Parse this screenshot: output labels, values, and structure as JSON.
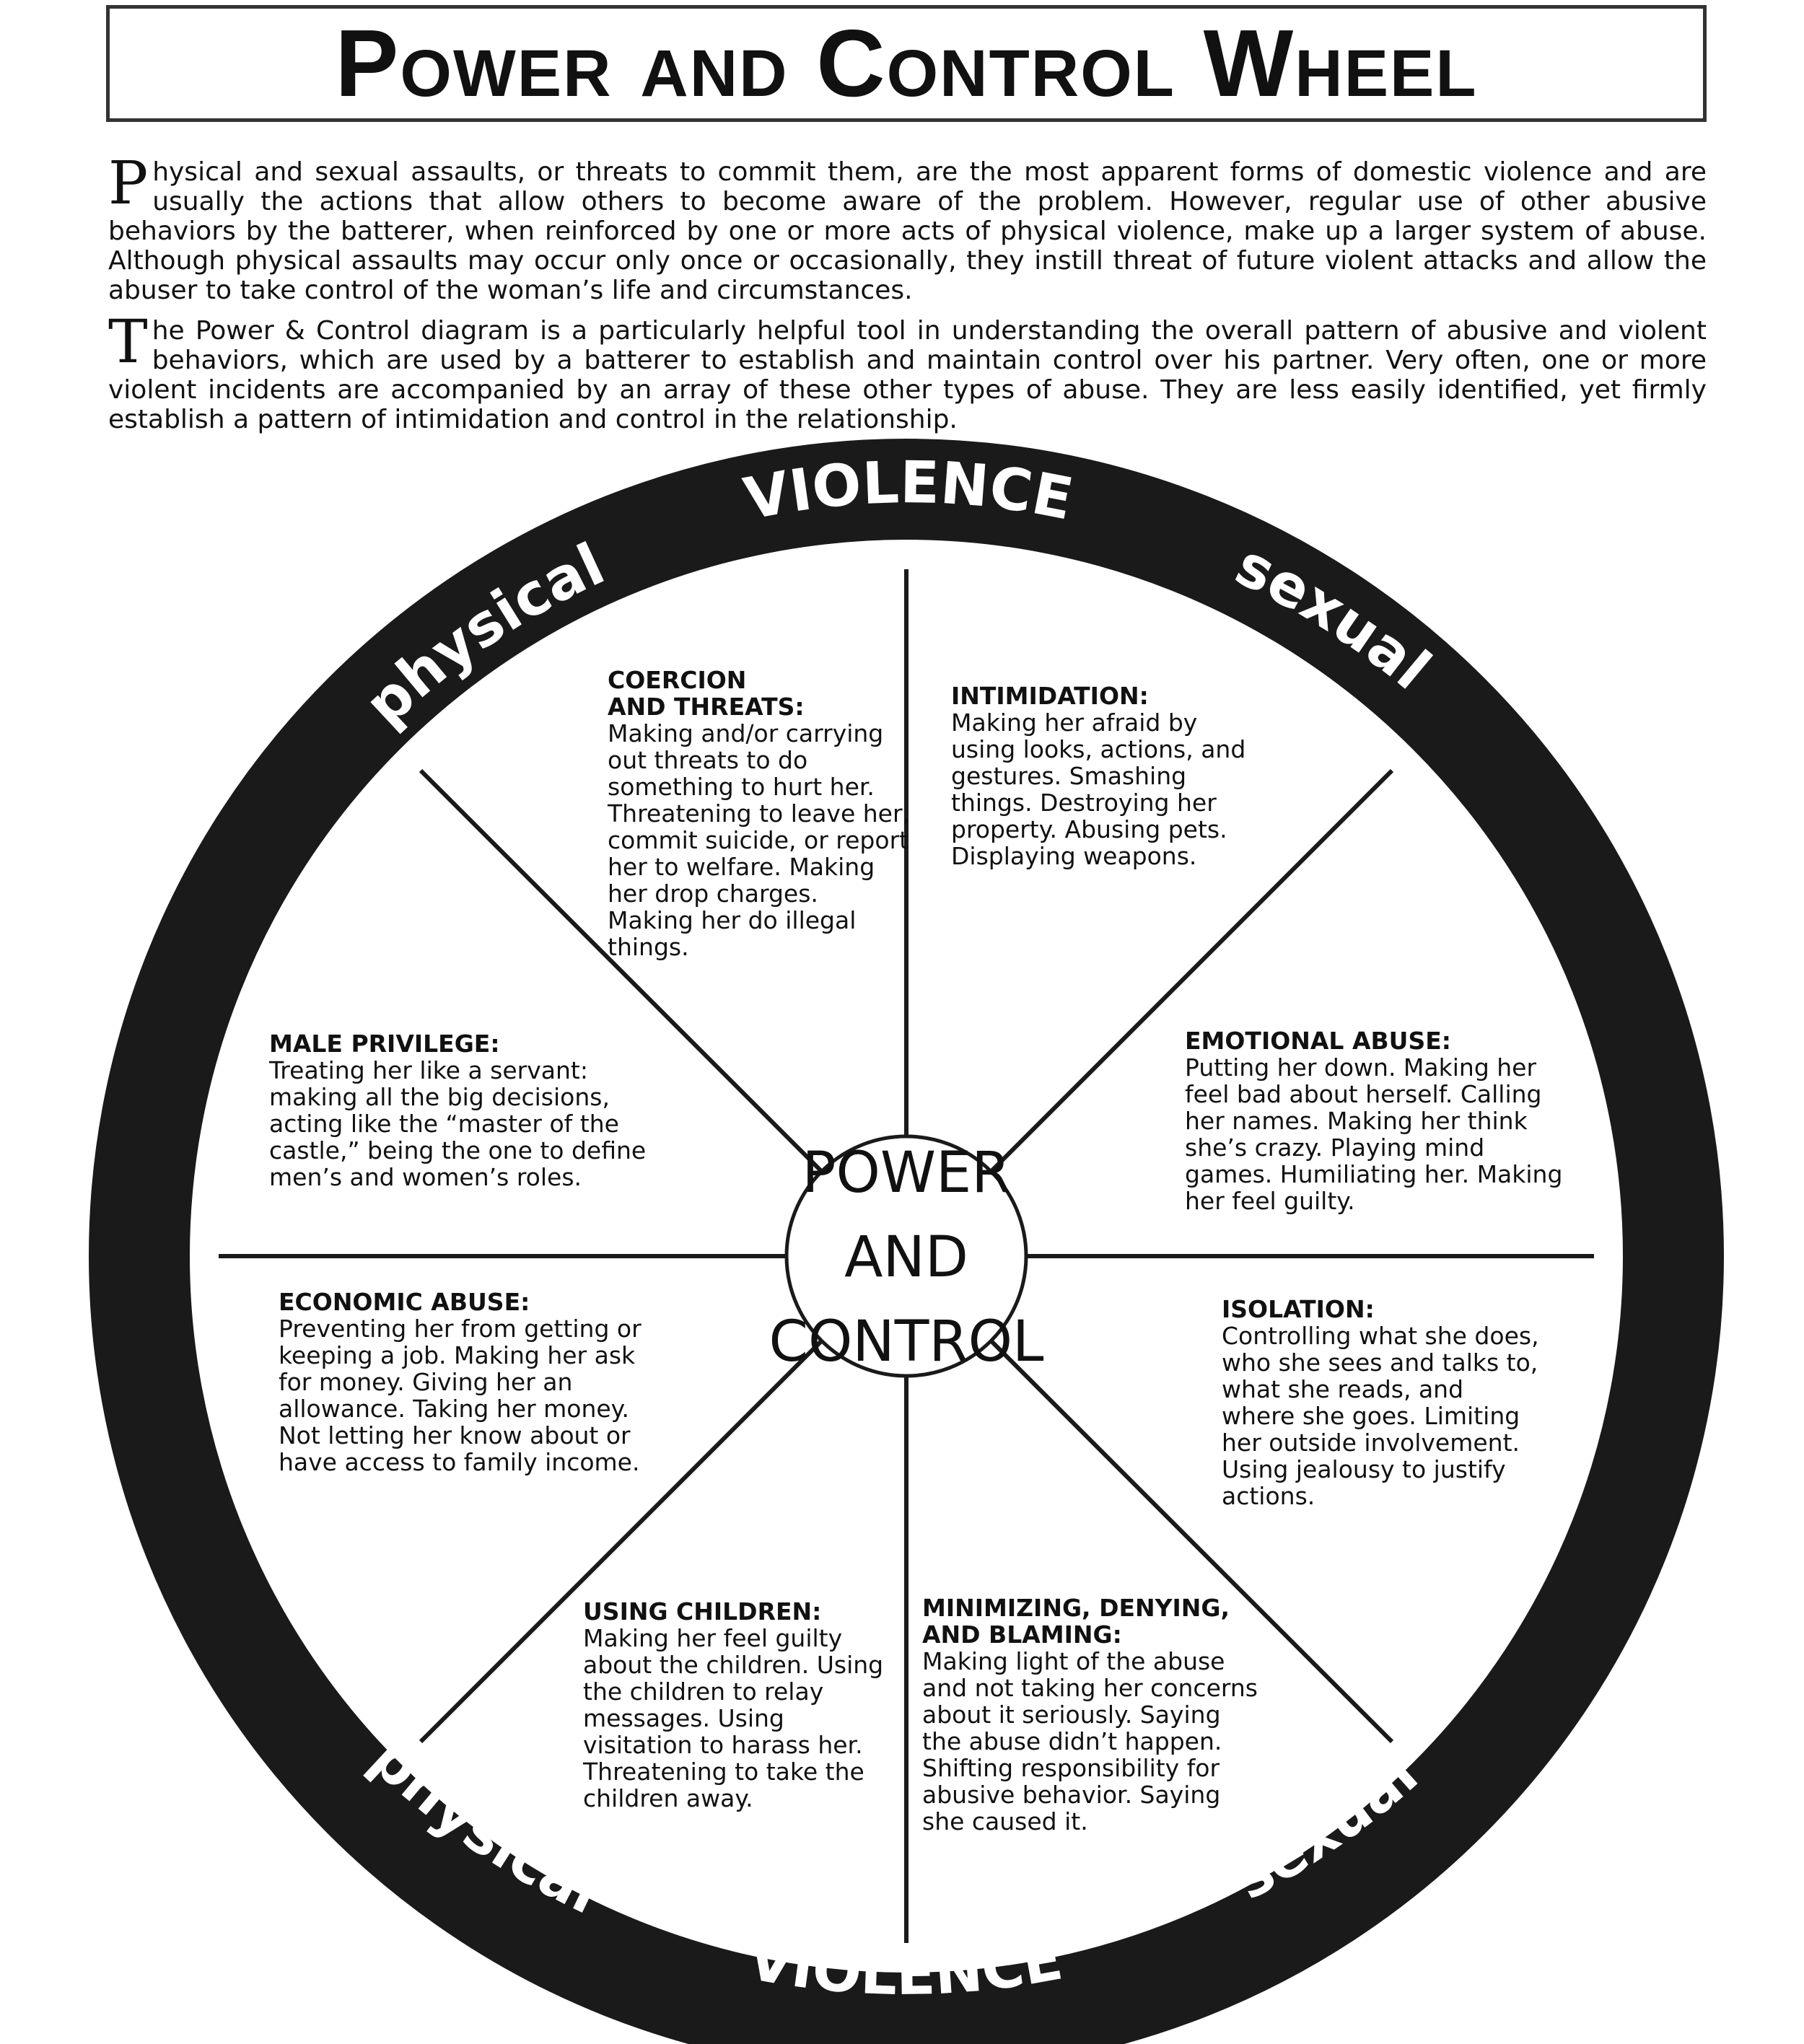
{
  "title": "Power and Control Wheel",
  "intro": {
    "p1_initial": "P",
    "p1_text": "hysical and sexual assaults, or threats to commit them, are the most apparent forms of domestic violence and are usually the actions that allow others to become aware of the problem. However, regular use of other abusive behaviors by the batterer, when reinforced by one or more acts of physical violence, make up a larger system of abuse. Although physical assaults may occur only once or occasionally, they instill threat of future violent attacks and allow the abuser to take control of the woman’s life and circumstances.",
    "p2_initial": "T",
    "p2_text": "he Power & Control diagram is a particularly helpful tool in understanding the overall pattern of abusive and violent behaviors, which are used by a batterer to establish and maintain control over his partner. Very often, one or more violent incidents are accompanied by an array of these other types of abuse. They are less easily identified, yet firmly establish a pattern of intimidation and control in the relationship."
  },
  "wheel": {
    "center_line1": "POWER",
    "center_line2": "AND",
    "center_line3": "CONTROL",
    "rim_violence_top": "VIOLENCE",
    "rim_violence_bottom": "VIOLENCE",
    "rim_physical_top": "physical",
    "rim_physical_bottom": "physical",
    "rim_sexual_top": "sexual",
    "rim_sexual_bottom": "sexual",
    "segments": {
      "coercion": {
        "heading": "COERCION\nAND THREATS:",
        "body": "Making and/or carrying out threats to do something to hurt her. Threatening to leave her, commit suicide, or report her to welfare. Making her drop charges. Making her do illegal things."
      },
      "intimidation": {
        "heading": "INTIMIDATION:",
        "body": "Making her afraid by using looks, actions, and gestures. Smashing things. Destroying her property. Abusing pets. Displaying weapons."
      },
      "male_privilege": {
        "heading": "MALE PRIVILEGE:",
        "body": "Treating her like a servant: making all the big decisions, acting like the “master of the castle,” being the one to define men’s and women’s roles."
      },
      "emotional_abuse": {
        "heading": "EMOTIONAL ABUSE:",
        "body": "Putting her down. Making her feel bad about herself. Calling her names. Making her think she’s crazy. Playing mind games. Humiliating her. Making her feel guilty."
      },
      "economic_abuse": {
        "heading": "ECONOMIC ABUSE:",
        "body": "Preventing her from getting or keeping a job. Making her ask for money. Giving her an allowance. Taking her money. Not letting her know about or have access to family income."
      },
      "isolation": {
        "heading": "ISOLATION:",
        "body": "Controlling what she does, who she sees and talks to, what she reads, and where she goes. Limiting her outside involvement. Using jealousy to justify actions."
      },
      "using_children": {
        "heading": "USING CHILDREN:",
        "body": "Making her feel guilty about the children. Using the children to relay messages. Using visitation to harass her. Threatening to take the children away."
      },
      "minimizing": {
        "heading": "MINIMIZING, DENYING,\nAND BLAMING:",
        "body": "Making light of the abuse and not taking her concerns about it seriously. Saying the abuse didn’t happen. Shifting responsibility for abusive behavior. Saying she caused it."
      }
    }
  },
  "colors": {
    "rim": "#1a1a1a",
    "rim_text": "#ffffff",
    "line": "#1a1a1a",
    "text": "#111111"
  }
}
